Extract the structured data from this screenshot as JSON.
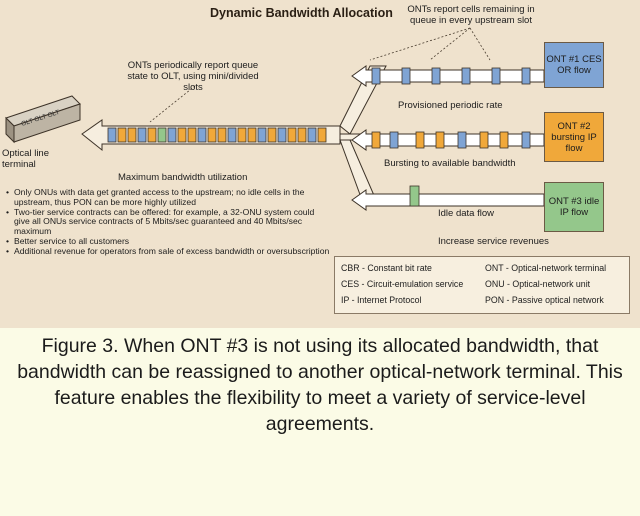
{
  "diagram": {
    "title": "Dynamic Bandwidth Allocation",
    "note_report": "ONTs report cells remaining in queue in every upstream slot",
    "note_periodic": "ONTs periodically report queue state to OLT, using mini/divided slots",
    "olt_label": "Optical line terminal",
    "olt_device_text": "OLT OLT OLT",
    "max_utilization": "Maximum bandwidth utilization",
    "provisioned_rate": "Provisioned periodic rate",
    "bursting_label": "Bursting to available bandwidth",
    "idle_flow": "Idle data flow",
    "increase_revenues": "Increase service revenues",
    "onts": [
      {
        "label": "ONT #1 CES OR flow",
        "color": "#7fa4d4"
      },
      {
        "label": "ONT #2 bursting IP flow",
        "color": "#f0a83a"
      },
      {
        "label": "ONT #3 idle IP flow",
        "color": "#94c78b"
      }
    ],
    "bullets": [
      "Only ONUs with data get granted access to the upstream; no idle cells in the upstream, thus PON can be more highly utilized",
      "Two-tier service contracts can be offered: for example, a 32-ONU system could give all ONUs service contracts of 5 Mbits/sec guaranteed and 40 Mbits/sec maximum",
      "Better service to all customers",
      "Additional revenue for operators from sale of excess bandwidth or oversubscription"
    ],
    "legend": [
      "CBR - Constant bit rate",
      "CES - Circuit-emulation service",
      "IP - Internet Protocol",
      "ONT - Optical-network terminal",
      "ONU - Optical-network unit",
      "PON - Passive optical network"
    ],
    "colors": {
      "background": "#efe2cd",
      "cbr_blue": "#7fa4d4",
      "ip_orange": "#f0a83a",
      "idle_green": "#94c78b",
      "arrow": "#ffffff"
    }
  },
  "caption": "Figure 3. When ONT #3 is not using its allocated bandwidth, that bandwidth can be reassigned to another optical-network terminal. This feature enables the flexibility to meet a variety of service-level agreements."
}
